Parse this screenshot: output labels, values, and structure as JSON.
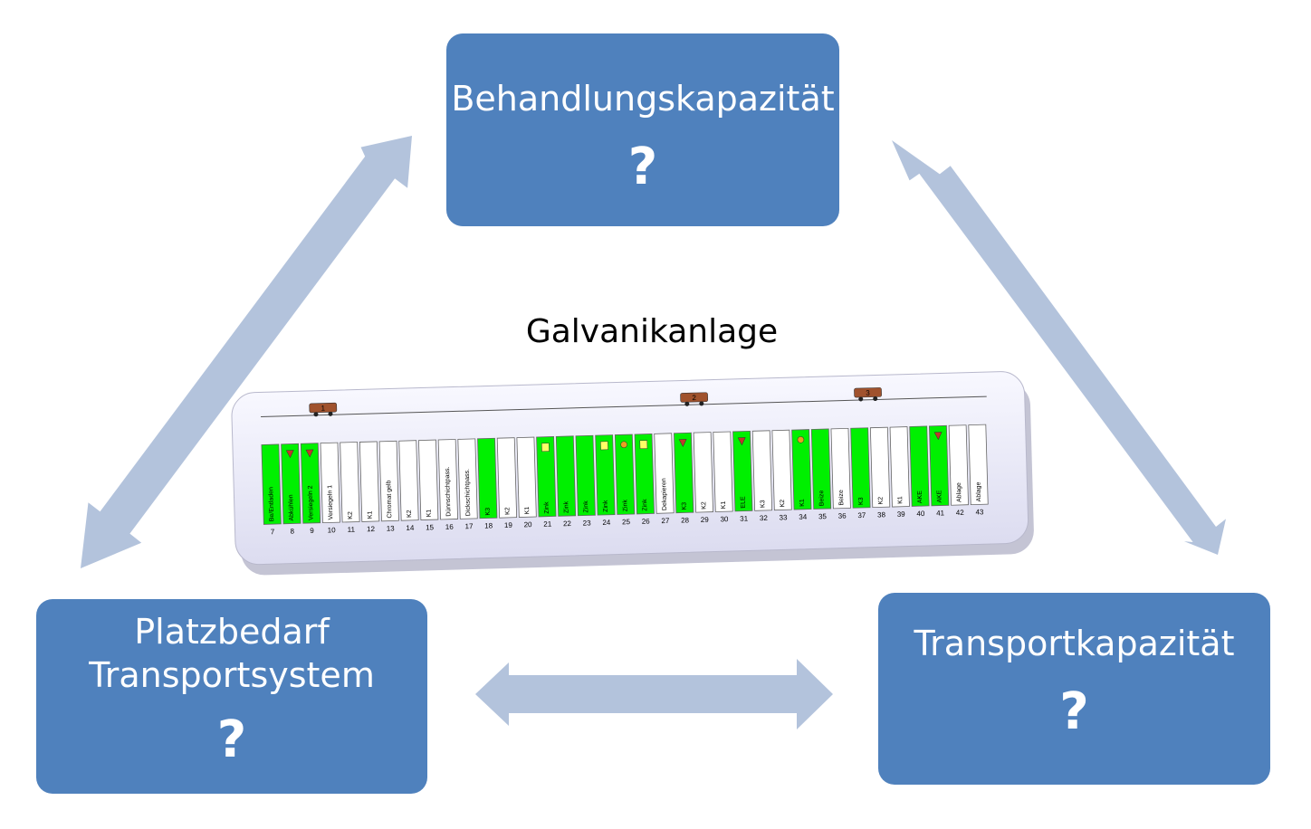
{
  "boxes": {
    "top": {
      "line1": "Behandlungskapazität",
      "mark": "?"
    },
    "left": {
      "line1": "Platzbedarf",
      "line2": "Transportsystem",
      "mark": "?"
    },
    "right": {
      "line1": "Transportkapazität",
      "mark": "?"
    }
  },
  "plant": {
    "title": "Galvanikanlage",
    "carriers": [
      "1",
      "2",
      "3"
    ],
    "stations": [
      {
        "n": "7",
        "label": "Be/Entladen",
        "green": true,
        "mark": "none"
      },
      {
        "n": "8",
        "label": "Abkühlen",
        "green": true,
        "mark": "triangle"
      },
      {
        "n": "9",
        "label": "Versiegeln 2",
        "green": true,
        "mark": "triangle"
      },
      {
        "n": "10",
        "label": "Versiegeln 1",
        "green": false,
        "mark": "none"
      },
      {
        "n": "11",
        "label": "K2",
        "green": false,
        "mark": "none"
      },
      {
        "n": "12",
        "label": "K1",
        "green": false,
        "mark": "none"
      },
      {
        "n": "13",
        "label": "Chromat gelb",
        "green": false,
        "mark": "none"
      },
      {
        "n": "14",
        "label": "K2",
        "green": false,
        "mark": "none"
      },
      {
        "n": "15",
        "label": "K1",
        "green": false,
        "mark": "none"
      },
      {
        "n": "16",
        "label": "Dünnschichtpass.",
        "green": false,
        "mark": "none"
      },
      {
        "n": "17",
        "label": "Dickschichtpass.",
        "green": false,
        "mark": "none"
      },
      {
        "n": "18",
        "label": "K3",
        "green": true,
        "mark": "none"
      },
      {
        "n": "19",
        "label": "K2",
        "green": false,
        "mark": "none"
      },
      {
        "n": "20",
        "label": "K1",
        "green": false,
        "mark": "none"
      },
      {
        "n": "21",
        "label": "Zink",
        "green": true,
        "mark": "square"
      },
      {
        "n": "22",
        "label": "Zink",
        "green": true,
        "mark": "none"
      },
      {
        "n": "23",
        "label": "Zink",
        "green": true,
        "mark": "none"
      },
      {
        "n": "24",
        "label": "Zink",
        "green": true,
        "mark": "square"
      },
      {
        "n": "25",
        "label": "Zink",
        "green": true,
        "mark": "circle"
      },
      {
        "n": "26",
        "label": "Zink",
        "green": true,
        "mark": "square"
      },
      {
        "n": "27",
        "label": "Dekapieren",
        "green": false,
        "mark": "none"
      },
      {
        "n": "28",
        "label": "K3",
        "green": true,
        "mark": "triangle"
      },
      {
        "n": "29",
        "label": "K2",
        "green": false,
        "mark": "none"
      },
      {
        "n": "30",
        "label": "K1",
        "green": false,
        "mark": "none"
      },
      {
        "n": "31",
        "label": "ELE",
        "green": true,
        "mark": "triangle"
      },
      {
        "n": "32",
        "label": "K3",
        "green": false,
        "mark": "none"
      },
      {
        "n": "33",
        "label": "K2",
        "green": false,
        "mark": "none"
      },
      {
        "n": "34",
        "label": "K1",
        "green": true,
        "mark": "circle"
      },
      {
        "n": "35",
        "label": "Beize",
        "green": true,
        "mark": "none"
      },
      {
        "n": "36",
        "label": "Beize",
        "green": false,
        "mark": "none"
      },
      {
        "n": "37",
        "label": "K3",
        "green": true,
        "mark": "none"
      },
      {
        "n": "38",
        "label": "K2",
        "green": false,
        "mark": "none"
      },
      {
        "n": "39",
        "label": "K1",
        "green": false,
        "mark": "none"
      },
      {
        "n": "40",
        "label": "AKE",
        "green": true,
        "mark": "none"
      },
      {
        "n": "41",
        "label": "AKE",
        "green": true,
        "mark": "triangle"
      },
      {
        "n": "42",
        "label": "Ablage",
        "green": false,
        "mark": "none"
      },
      {
        "n": "43",
        "label": "Ablage",
        "green": false,
        "mark": "none"
      }
    ]
  },
  "colors": {
    "box": "#4f81bd",
    "arrow": "#b3c3dc",
    "panel": "#eeeefa",
    "tank_active": "#00f000",
    "tank_idle": "#ffffff",
    "marker_triangle": "#c0392b",
    "marker_circle": "#e8a020",
    "marker_square": "#ffff66",
    "carrier": "#a0522d"
  }
}
